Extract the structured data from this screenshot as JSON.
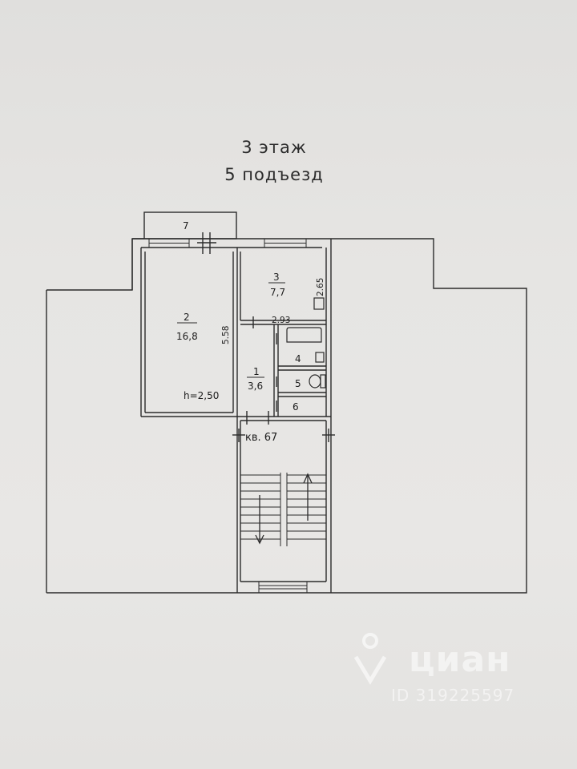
{
  "header": {
    "floor": "3 этаж",
    "entrance": "5 подъезд"
  },
  "rooms": {
    "balcony": "7",
    "living_room_number": "2",
    "living_room_area": "16,8",
    "kitchen_number": "3",
    "kitchen_area": "7,7",
    "hall_number": "1",
    "hall_area": "3,6",
    "bathroom": "4",
    "toilet": "5",
    "storage": "6"
  },
  "dimensions": {
    "living_room_length": "5.58",
    "kitchen_length": "2.93",
    "kitchen_width": "2.65",
    "ceiling_height": "h=2,50"
  },
  "labels": {
    "apartment": "кв. 67"
  },
  "watermark": {
    "logo": "циан",
    "id": "ID 319225597"
  },
  "colors": {
    "line": "#2b2b2b",
    "paper": "#e6e5e3",
    "watermark": "#ffffff"
  }
}
